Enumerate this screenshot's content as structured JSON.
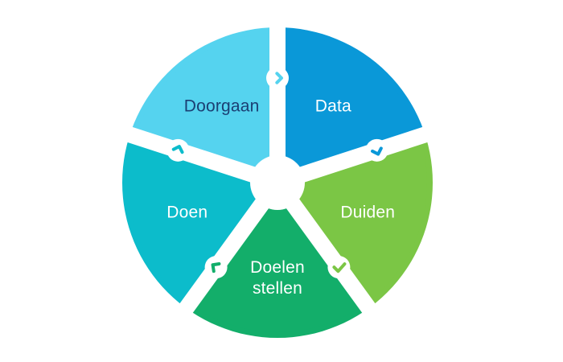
{
  "diagram": {
    "segments": [
      {
        "id": "data",
        "lines": [
          "Data"
        ],
        "color": "#0A98D8",
        "text_color": "#ffffff"
      },
      {
        "id": "duiden",
        "lines": [
          "Duiden"
        ],
        "color": "#7BC645",
        "text_color": "#ffffff"
      },
      {
        "id": "doelen-stellen",
        "lines": [
          "Doelen",
          "stellen"
        ],
        "color": "#13AE6A",
        "text_color": "#ffffff"
      },
      {
        "id": "doen",
        "lines": [
          "Doen"
        ],
        "color": "#0CBCCB",
        "text_color": "#ffffff"
      },
      {
        "id": "doorgaan",
        "lines": [
          "Doorgaan"
        ],
        "color": "#55D3EF",
        "text_color": "#1B3F73"
      }
    ],
    "connectors": [
      {
        "between": "data-duiden",
        "icon": "chevron-right-icon",
        "color": "#0A98D8"
      },
      {
        "between": "duiden-doelen-stellen",
        "icon": "checkmark-icon",
        "color": "#7BC645"
      },
      {
        "between": "doelen-stellen-doen",
        "icon": "chevron-down-left-icon",
        "color": "#13AE6A"
      },
      {
        "between": "doen-doorgaan",
        "icon": "chevron-up-left-icon",
        "color": "#0CBCCB"
      },
      {
        "between": "doorgaan-data",
        "icon": "chevron-up-icon",
        "color": "#55D3EF"
      }
    ],
    "gap_color": "#ffffff",
    "outer_ring_color": "#EDF3F6"
  }
}
